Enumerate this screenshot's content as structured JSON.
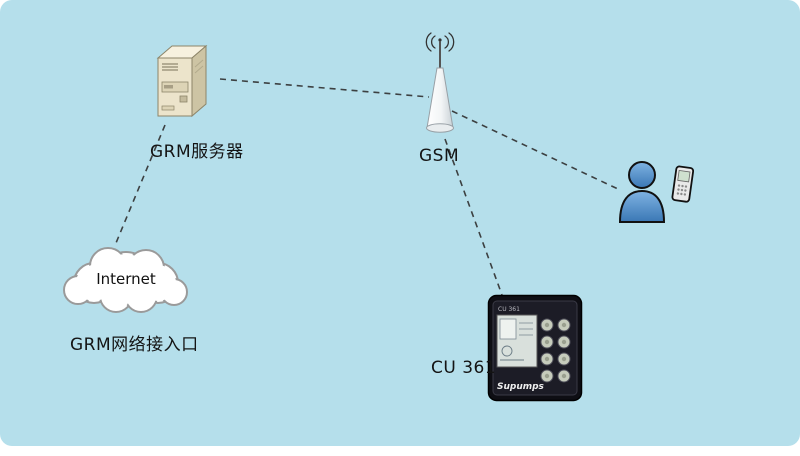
{
  "colors": {
    "background": "#b5dfeb",
    "connection_line": "#2f2f2f",
    "person_blue": "#4d8ecb",
    "server_beige": "#ece4cb",
    "device_body": "#0e0e14"
  },
  "nodes": {
    "server": {
      "icon": "server-tower-icon",
      "label": "GRM服务器"
    },
    "gsm": {
      "icon": "antenna-tower-icon",
      "label": "GSM"
    },
    "internet": {
      "icon": "cloud-icon",
      "label": "Internet",
      "caption": "GRM网络接入口"
    },
    "person": {
      "icon": "person-with-phone-icon"
    },
    "controller": {
      "icon": "pump-control-unit-icon",
      "label": "CU 361",
      "face_text": "CU 361",
      "brand": "Supumps"
    }
  },
  "connections": [
    {
      "from": "server",
      "to": "gsm",
      "style": "dashed"
    },
    {
      "from": "internet",
      "to": "server",
      "style": "dashed"
    },
    {
      "from": "gsm",
      "to": "person",
      "style": "dashed"
    },
    {
      "from": "gsm",
      "to": "controller",
      "style": "dashed"
    }
  ]
}
